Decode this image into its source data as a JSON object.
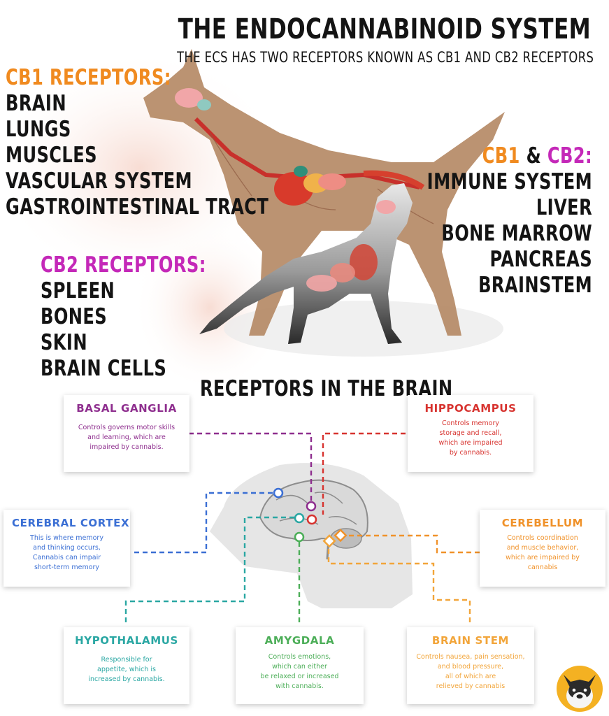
{
  "header": {
    "title": "THE ENDOCANNABINOID SYSTEM",
    "subtitle": "THE ECS HAS TWO RECEPTORS KNOWN AS CB1 AND CB2 RECEPTORS"
  },
  "cb1": {
    "title": "CB1 RECEPTORS:",
    "items": [
      "BRAIN",
      "LUNGS",
      "MUSCLES",
      "VASCULAR SYSTEM",
      "GASTROINTESTINAL TRACT"
    ]
  },
  "cb2": {
    "title": "CB2 RECEPTORS:",
    "items": [
      "SPLEEN",
      "BONES",
      "SKIN",
      "BRAIN CELLS"
    ]
  },
  "both": {
    "title_a": "CB1",
    "amp": " & ",
    "title_b": "CB2:",
    "items": [
      "IMMUNE SYSTEM",
      "LIVER",
      "BONE MARROW",
      "PANCREAS",
      "BRAINSTEM"
    ]
  },
  "brain_section": {
    "title": "RECEPTORS IN THE BRAIN",
    "regions": {
      "basal_ganglia": {
        "title": "BASAL GANGLIA",
        "desc": "Controls governs motor skills\nand learning, which are\nimpaired by cannabis.",
        "color": "#8e2e8e"
      },
      "hippocampus": {
        "title": "HIPPOCAMPUS",
        "desc": "Controls memory\nstorage and recall,\nwhich are impaired\nby cannabis.",
        "color": "#d7332f"
      },
      "cerebral_cortex": {
        "title": "CEREBRAL CORTEX",
        "desc": "This is where memory\nand thinking occurs,\nCannabis can impair\nshort-term memory",
        "color": "#3b6fd4"
      },
      "cerebellum": {
        "title": "CEREBELLUM",
        "desc": "Controls coordination\nand muscle behavior,\nwhich are impaired by\ncannabis",
        "color": "#f0922a"
      },
      "hypothalamus": {
        "title": "HYPOTHALAMUS",
        "desc": "Responsible for\nappetite, which is\nincreased by cannabis.",
        "color": "#2aa7a3"
      },
      "amygdala": {
        "title": "AMYGDALA",
        "desc": "Controls emotions,\nwhich can either\nbe relaxed or increased\nwith cannabis.",
        "color": "#4cae58"
      },
      "brain_stem": {
        "title": "BRAIN STEM",
        "desc": "Controls nausea, pain sensation,\nand blood pressure,\nall of which are\nrelieved by cannabis",
        "color": "#f2a53a"
      }
    }
  },
  "colors": {
    "cb1_accent": "#f08a1f",
    "cb2_accent": "#c428b8",
    "dog_body": "#b58a66",
    "cat_body": "#5a5a5a",
    "logo_bg": "#f4b122"
  },
  "icons": {
    "logo": "bulldog-face-icon"
  }
}
